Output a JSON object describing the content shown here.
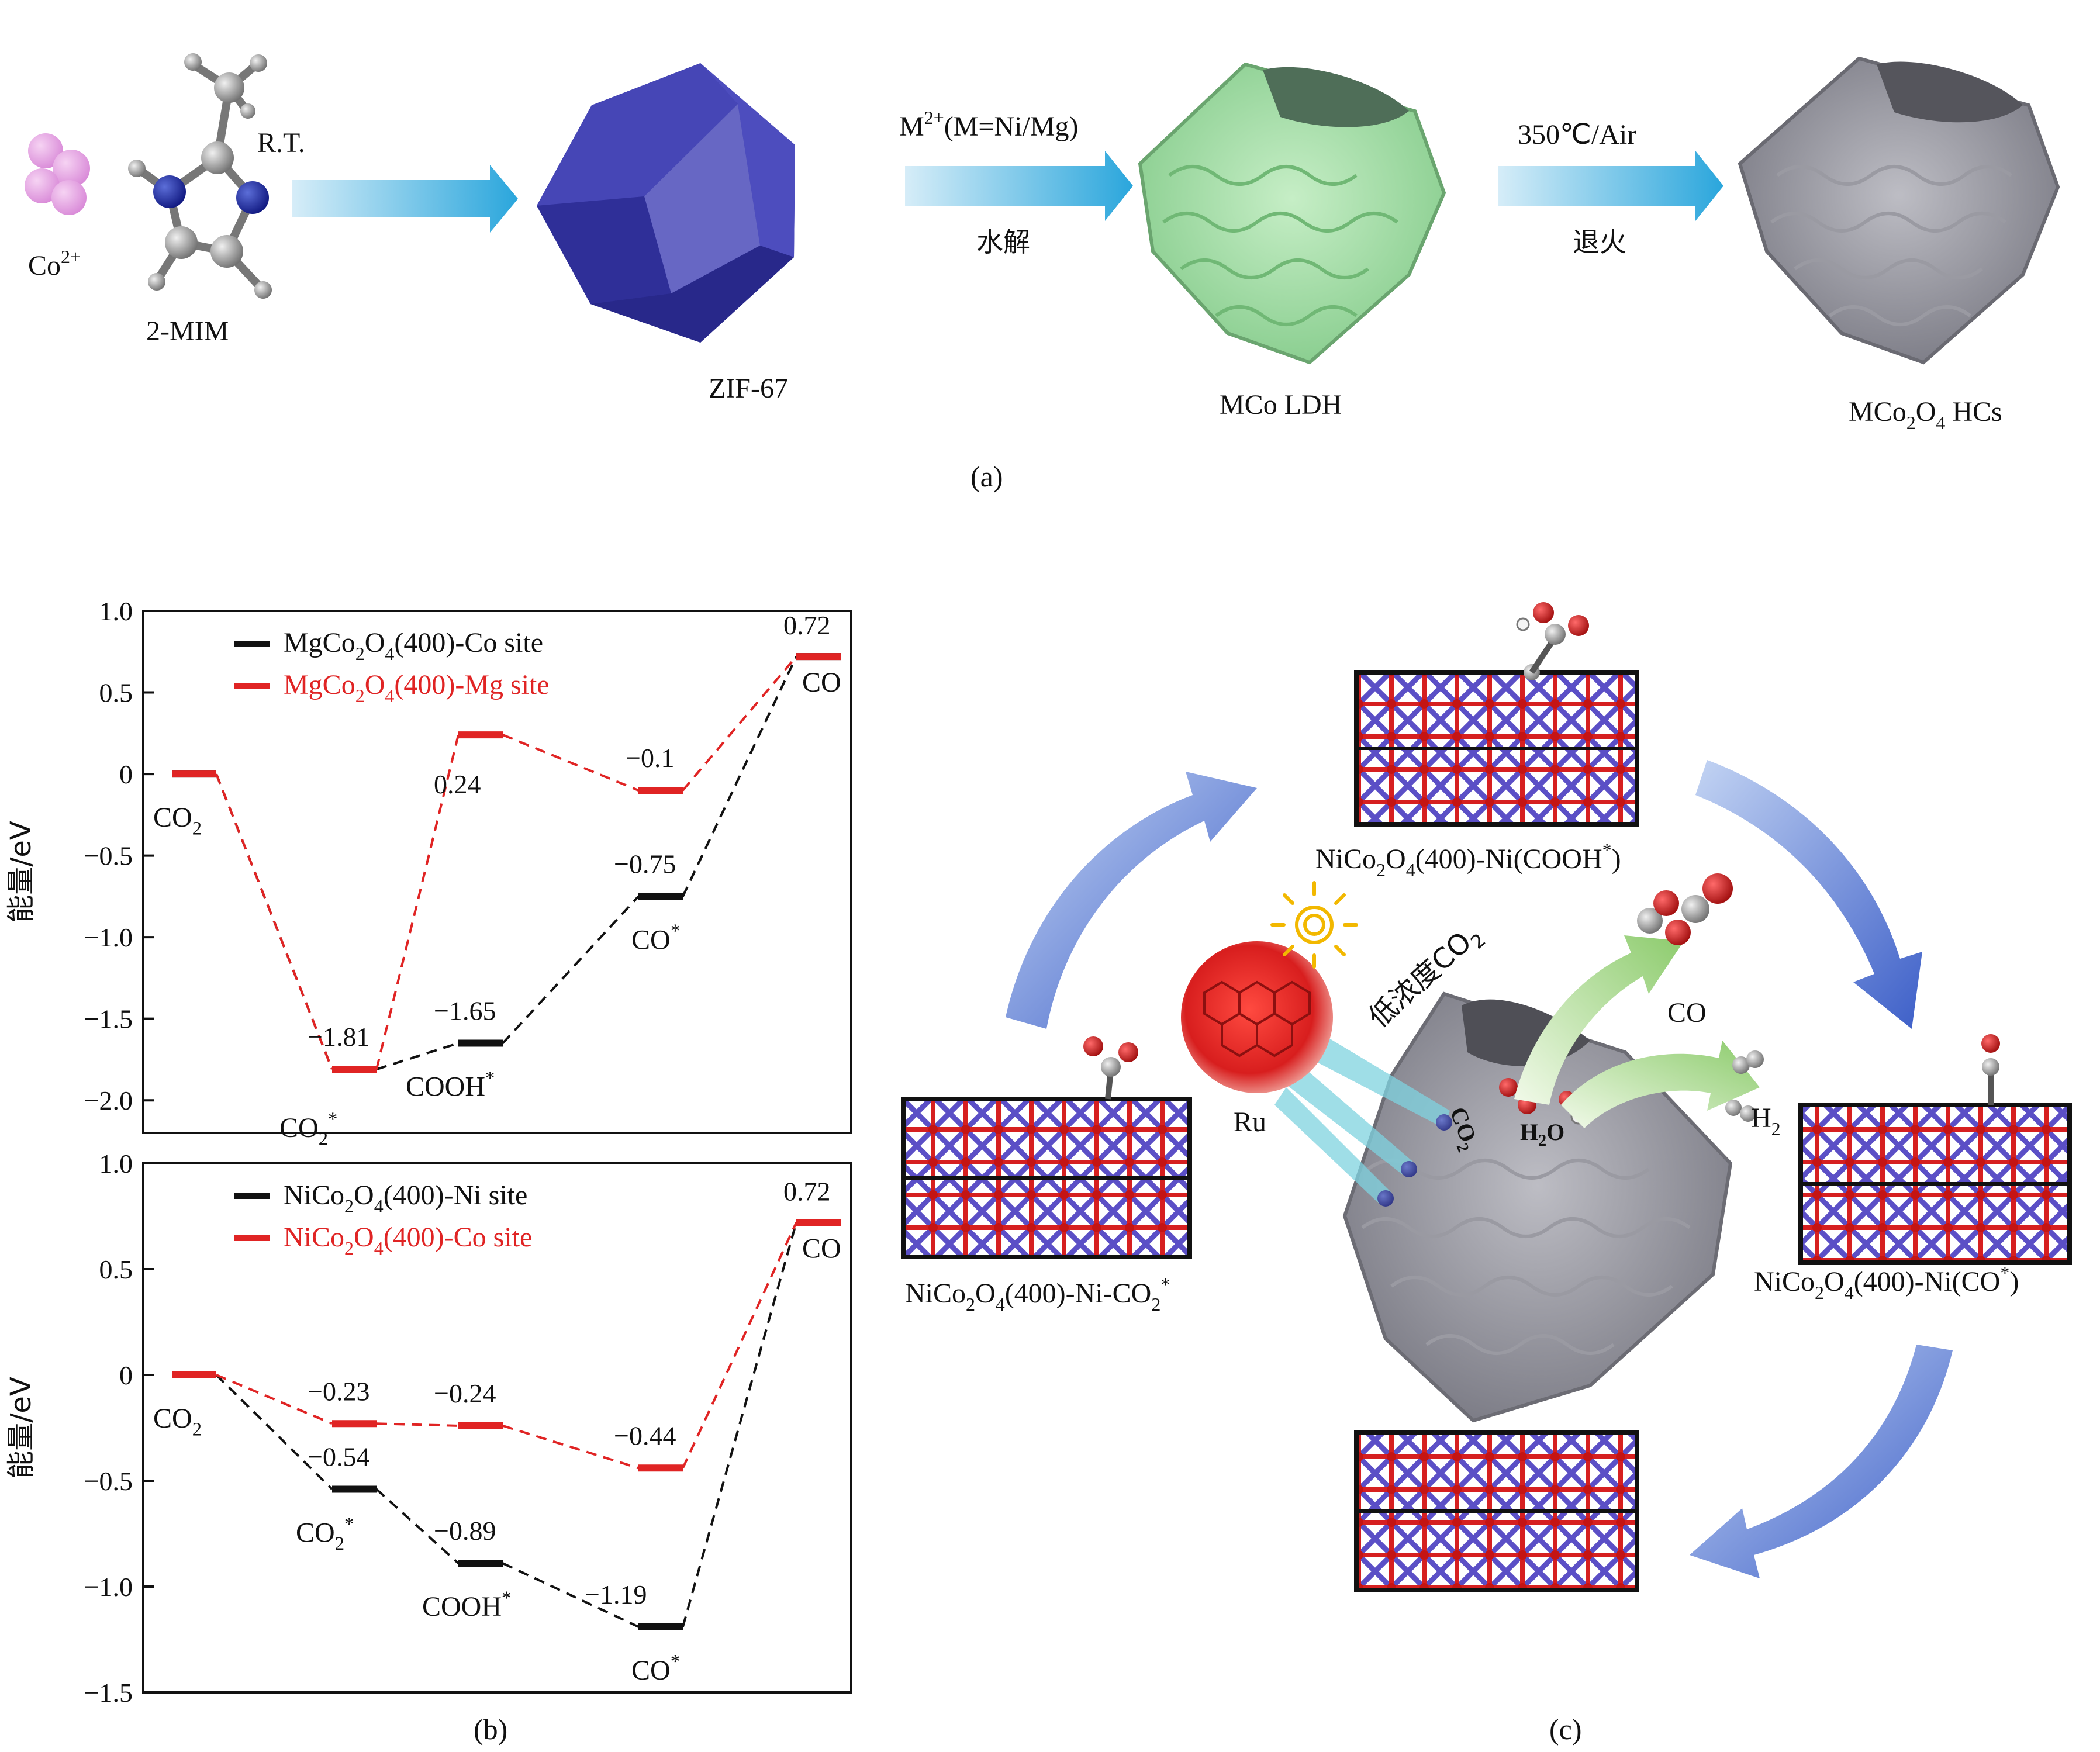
{
  "panel_a": {
    "co_ion": "Co",
    "co_ion_sup": "2+",
    "mim": "2-MIM",
    "rt": "R.T.",
    "zif": "ZIF-67",
    "step2_top": "M",
    "step2_top_sup": "2+",
    "step2_top_rest": "(M=Ni/Mg)",
    "step2_bottom": "水解",
    "ldh": "MCo LDH",
    "step3_top": "350℃/Air",
    "step3_bottom": "退火",
    "hcs_1": "MCo",
    "hcs_2": "2",
    "hcs_3": "O",
    "hcs_4": "4",
    "hcs_5": " HCs",
    "caption": "(a)"
  },
  "panel_c": {
    "top_label": "NiCo2O4(400)-Ni(COOH*)",
    "left_label": "NiCo2O4(400)-Ni-CO2*",
    "right_label": "NiCo2O4(400)-Ni(CO*)",
    "ru": "Ru",
    "low_co2": "低浓度CO",
    "low_co2_sub": "2",
    "co": "CO",
    "h2": "H",
    "h2_sub": "2",
    "co2_surface": "CO",
    "co2_surface_sub": "2",
    "h2o_surface": "H",
    "h2o_surface_mid": "2",
    "h2o_surface_end": "O",
    "caption": "(c)"
  },
  "panel_b_caption": "(b)",
  "chart_data": [
    {
      "type": "line",
      "ylabel": "能量/eV",
      "ylim": [
        -2.2,
        1.0
      ],
      "yticks": [
        "1.0",
        "0.5",
        "0",
        "-0.5",
        "-1.0",
        "-1.5",
        "-2.0"
      ],
      "ytick_values": [
        1.0,
        0.5,
        0,
        -0.5,
        -1.0,
        -1.5,
        -2.0
      ],
      "steps": [
        "CO2",
        "CO2*",
        "COOH*",
        "CO*",
        "CO"
      ],
      "series": [
        {
          "name": "MgCo2O4(400)-Co site",
          "color": "#111111",
          "values": [
            0,
            -1.81,
            -1.65,
            -0.75,
            0.72
          ]
        },
        {
          "name": "MgCo2O4(400)-Mg site",
          "color": "#e02424",
          "values": [
            0,
            -1.81,
            0.24,
            -0.1,
            0.72
          ]
        }
      ],
      "value_labels": [
        "-1.81",
        "-1.65",
        "0.24",
        "-0.1",
        "-0.75",
        "0.72"
      ]
    },
    {
      "type": "line",
      "ylabel": "能量/eV",
      "ylim": [
        -1.5,
        1.0
      ],
      "yticks": [
        "1.0",
        "0.5",
        "0",
        "-0.5",
        "-1.0",
        "-1.5"
      ],
      "ytick_values": [
        1.0,
        0.5,
        0,
        -0.5,
        -1.0,
        -1.5
      ],
      "steps": [
        "CO2",
        "CO2*",
        "COOH*",
        "CO*",
        "CO"
      ],
      "series": [
        {
          "name": "NiCo2O4(400)-Ni site",
          "color": "#111111",
          "values": [
            0,
            -0.54,
            -0.89,
            -1.19,
            0.72
          ]
        },
        {
          "name": "NiCo2O4(400)-Co site",
          "color": "#e02424",
          "values": [
            0,
            -0.23,
            -0.24,
            -0.44,
            0.72
          ]
        }
      ],
      "value_labels": [
        "-0.23",
        "-0.24",
        "-0.44",
        "-0.54",
        "-0.89",
        "-1.19",
        "0.72"
      ]
    }
  ]
}
